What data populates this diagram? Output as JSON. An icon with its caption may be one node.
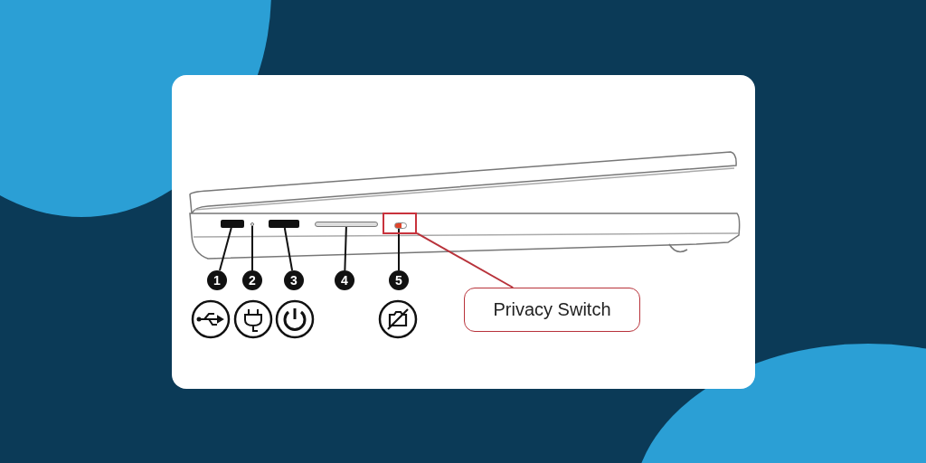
{
  "diagram": {
    "nodes": [
      {
        "text": [
          "1"
        ]
      },
      {
        "text": [
          "2"
        ]
      },
      {
        "text": [
          "3"
        ]
      },
      {
        "text": [
          "4"
        ]
      },
      {
        "text": [
          "5"
        ]
      },
      {
        "text": [],
        "shape": "box"
      },
      {
        "text": [],
        "shape": "circle"
      },
      {
        "text": [],
        "shape": "box"
      },
      {
        "text": [],
        "shape": "bar"
      },
      {
        "text": [],
        "shape": "box"
      },
      {
        "text": [],
        "shape": "picture",
        "in": 9
      },
      {
        "text": [
          "Privacy Switch"
        ]
      }
    ],
    "edges": [
      {
        "from": 0,
        "to": 5,
        "arrow": "none"
      },
      {
        "from": 1,
        "to": 6,
        "arrow": "none"
      },
      {
        "from": 2,
        "to": 7,
        "arrow": "none"
      },
      {
        "from": 3,
        "to": 8,
        "arrow": "none"
      },
      {
        "from": 4,
        "to": 10,
        "arrow": "none"
      },
      {
        "from": 11,
        "to": 9,
        "arrow": "none",
        "color": "#b8323a"
      }
    ]
  }
}
